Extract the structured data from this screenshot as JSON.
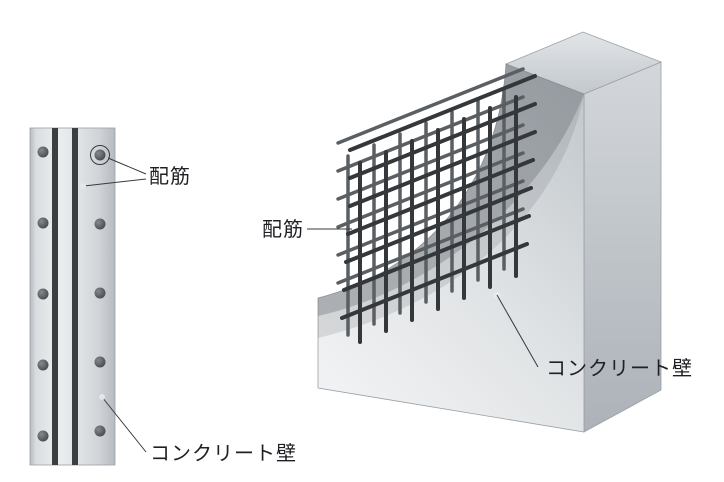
{
  "diagram": {
    "subject": "reinforced-concrete-wall",
    "left_view": {
      "rebar_label": "配筋",
      "wall_label": "コンクリート壁"
    },
    "right_view": {
      "rebar_label": "配筋",
      "wall_label": "コンクリート壁"
    }
  },
  "colors": {
    "background": "#ffffff",
    "rebar_front": "#34383b",
    "rebar_back": "#5a5f63",
    "rebar_bar_fill": "#3c3f42",
    "dot_fill": "#4a4e52",
    "leader_line": "#3a3a3a",
    "text": "#1f2023"
  }
}
